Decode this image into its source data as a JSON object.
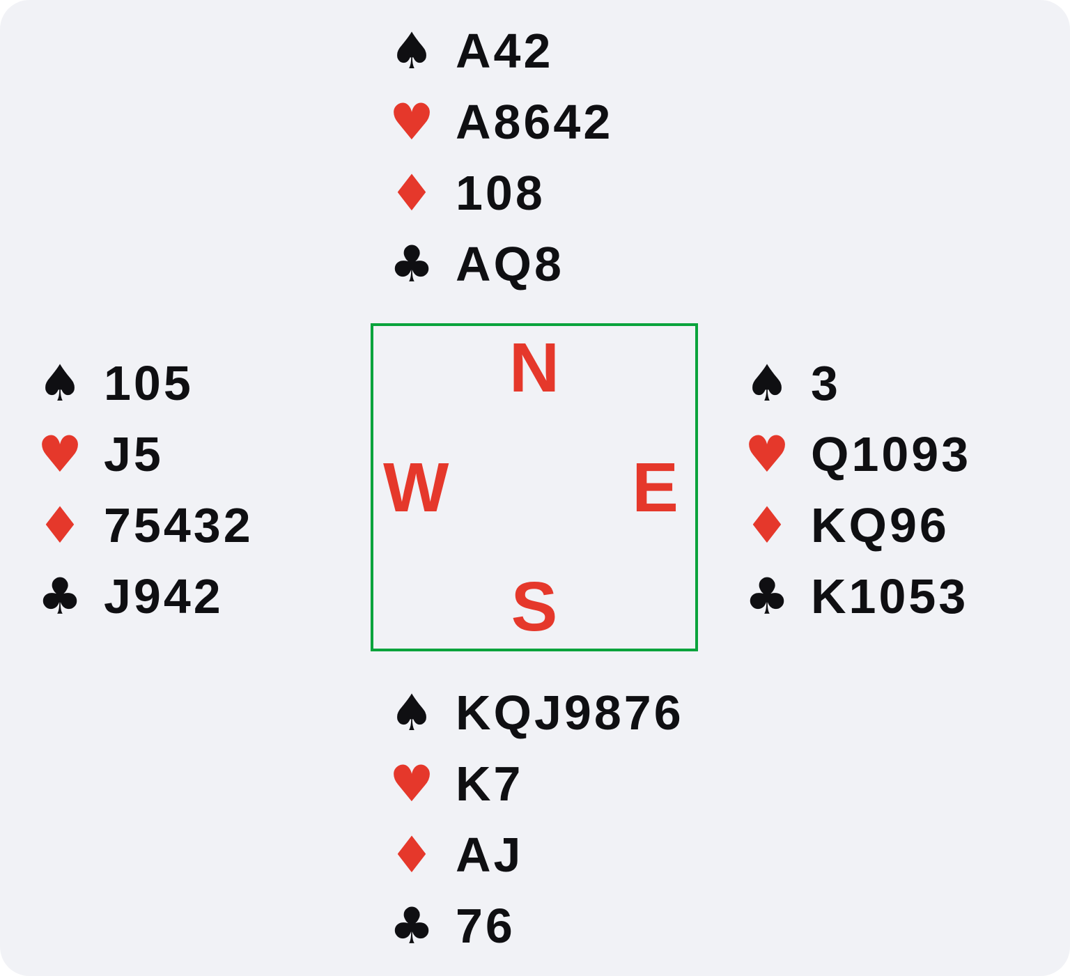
{
  "compass": {
    "north": "N",
    "west": "W",
    "east": "E",
    "south": "S"
  },
  "colors": {
    "page_corner_background": "#FFFFFF",
    "board_background": "#F1F2F6",
    "suit_and_compass_red": "#E5382B",
    "text_black": "#0F0F12",
    "compass_box_border_green": "#0AA33C"
  },
  "hands": {
    "north": {
      "rows": [
        {
          "suit": "spades",
          "symbol": "♠",
          "cards": "A42"
        },
        {
          "suit": "hearts",
          "symbol": "♥",
          "cards": "A8642"
        },
        {
          "suit": "diamonds",
          "symbol": "♦",
          "cards": "108"
        },
        {
          "suit": "clubs",
          "symbol": "♣",
          "cards": "AQ8"
        }
      ]
    },
    "west": {
      "rows": [
        {
          "suit": "spades",
          "symbol": "♠",
          "cards": "105"
        },
        {
          "suit": "hearts",
          "symbol": "♥",
          "cards": "J5"
        },
        {
          "suit": "diamonds",
          "symbol": "♦",
          "cards": "75432"
        },
        {
          "suit": "clubs",
          "symbol": "♣",
          "cards": "J942"
        }
      ]
    },
    "east": {
      "rows": [
        {
          "suit": "spades",
          "symbol": "♠",
          "cards": "3"
        },
        {
          "suit": "hearts",
          "symbol": "♥",
          "cards": "Q1093"
        },
        {
          "suit": "diamonds",
          "symbol": "♦",
          "cards": "KQ96"
        },
        {
          "suit": "clubs",
          "symbol": "♣",
          "cards": "K1053"
        }
      ]
    },
    "south": {
      "rows": [
        {
          "suit": "spades",
          "symbol": "♠",
          "cards": "KQJ9876"
        },
        {
          "suit": "hearts",
          "symbol": "♥",
          "cards": "K7"
        },
        {
          "suit": "diamonds",
          "symbol": "♦",
          "cards": "AJ"
        },
        {
          "suit": "clubs",
          "symbol": "♣",
          "cards": "76"
        }
      ]
    }
  }
}
